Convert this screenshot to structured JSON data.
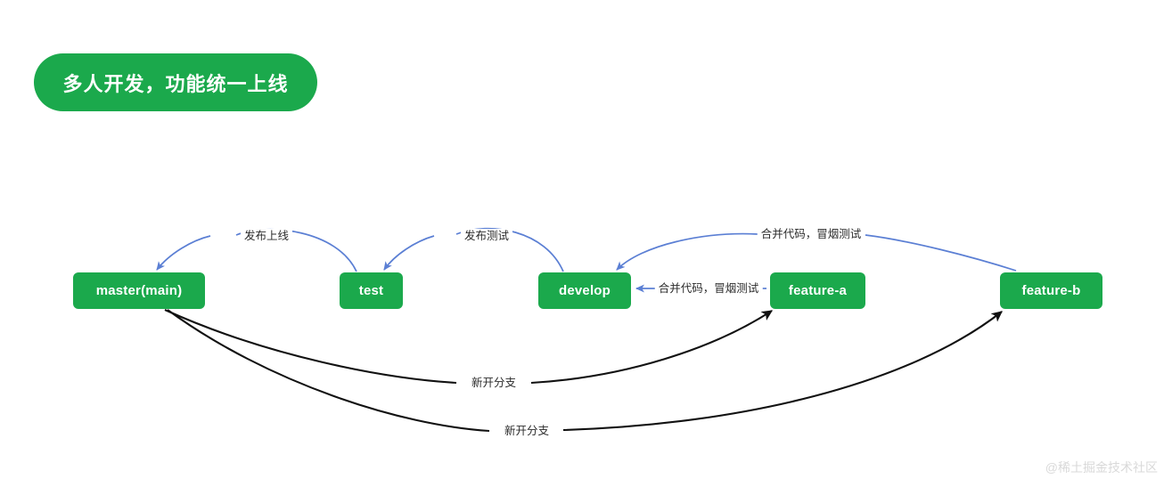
{
  "title": {
    "text": "多人开发，功能统一上线",
    "background": "#1BA94C",
    "color": "#ffffff"
  },
  "colors": {
    "node_green": "#1BA94C",
    "node_text": "#ffffff",
    "merge_arrow_blue": "#5B7FD4",
    "branch_arrow_black": "#000000",
    "label_text": "#2b2b2b",
    "watermark": "#d9d9d9",
    "background": "#ffffff"
  },
  "nodes": [
    {
      "id": "master",
      "label": "master(main)"
    },
    {
      "id": "test",
      "label": "test"
    },
    {
      "id": "develop",
      "label": "develop"
    },
    {
      "id": "feature-a",
      "label": "feature-a"
    },
    {
      "id": "feature-b",
      "label": "feature-b"
    }
  ],
  "edges": [
    {
      "id": "test-to-master",
      "from": "test",
      "to": "master",
      "label": "发布上线",
      "color": "#5B7FD4",
      "style": "curve-up"
    },
    {
      "id": "develop-to-test",
      "from": "develop",
      "to": "test",
      "label": "发布测试",
      "color": "#5B7FD4",
      "style": "curve-up"
    },
    {
      "id": "feature-a-to-develop",
      "from": "feature-a",
      "to": "develop",
      "label": "合并代码，冒烟测试",
      "color": "#5B7FD4",
      "style": "straight"
    },
    {
      "id": "feature-b-to-develop",
      "from": "feature-b",
      "to": "develop",
      "label": "合并代码，冒烟测试",
      "color": "#5B7FD4",
      "style": "curve-up"
    },
    {
      "id": "master-to-feature-a",
      "from": "master",
      "to": "feature-a",
      "label": "新开分支",
      "color": "#000000",
      "style": "curve-down"
    },
    {
      "id": "master-to-feature-b",
      "from": "master",
      "to": "feature-b",
      "label": "新开分支",
      "color": "#000000",
      "style": "curve-down"
    }
  ],
  "labels": {
    "release_online": "发布上线",
    "release_test": "发布测试",
    "merge_smoke_a": "合并代码，冒烟测试",
    "merge_smoke_b": "合并代码，冒烟测试",
    "new_branch_a": "新开分支",
    "new_branch_b": "新开分支"
  },
  "watermark": {
    "text": "@稀土掘金技术社区"
  }
}
